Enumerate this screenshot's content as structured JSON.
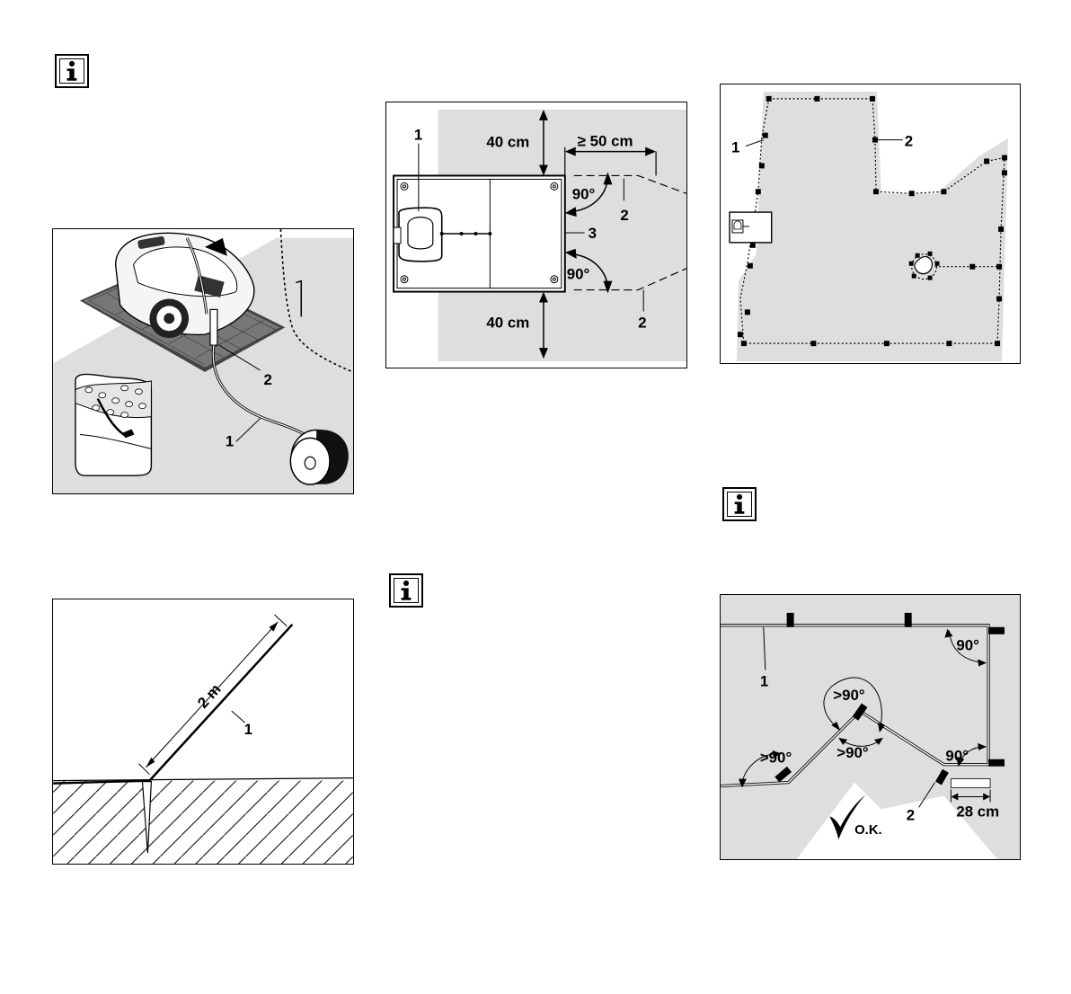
{
  "figures": {
    "mower_wire_install": {
      "callouts": {
        "wire": "1",
        "station": "2"
      }
    },
    "wire_stake": {
      "length": "2 m",
      "callouts": {
        "wire": "1"
      }
    },
    "dock_clearance": {
      "top_clearance": "40 cm",
      "bottom_clearance": "40 cm",
      "min_distance": "≥ 50 cm",
      "angle_top": "90°",
      "angle_bottom": "90°",
      "callouts": {
        "station": "1",
        "wire_top": "2",
        "wire_bottom": "2",
        "plate_edge": "3"
      }
    },
    "garden_layout": {
      "callouts": {
        "wire": "1",
        "pegs": "2"
      }
    },
    "wire_angles": {
      "angle_corner_top": "90°",
      "angle_corner_bottom": "90°",
      "angle_obtuse_top": ">90°",
      "angle_obtuse_inner": ">90°",
      "angle_obtuse_left": ">90°",
      "distance": "28 cm",
      "ok_label": "O.K.",
      "callouts": {
        "wire": "1",
        "peg": "2"
      }
    }
  },
  "icons": {
    "info_1": "info-icon",
    "info_2": "info-icon",
    "info_3": "info-icon"
  },
  "colors": {
    "lawn": "#dedede",
    "line": "#000000"
  }
}
